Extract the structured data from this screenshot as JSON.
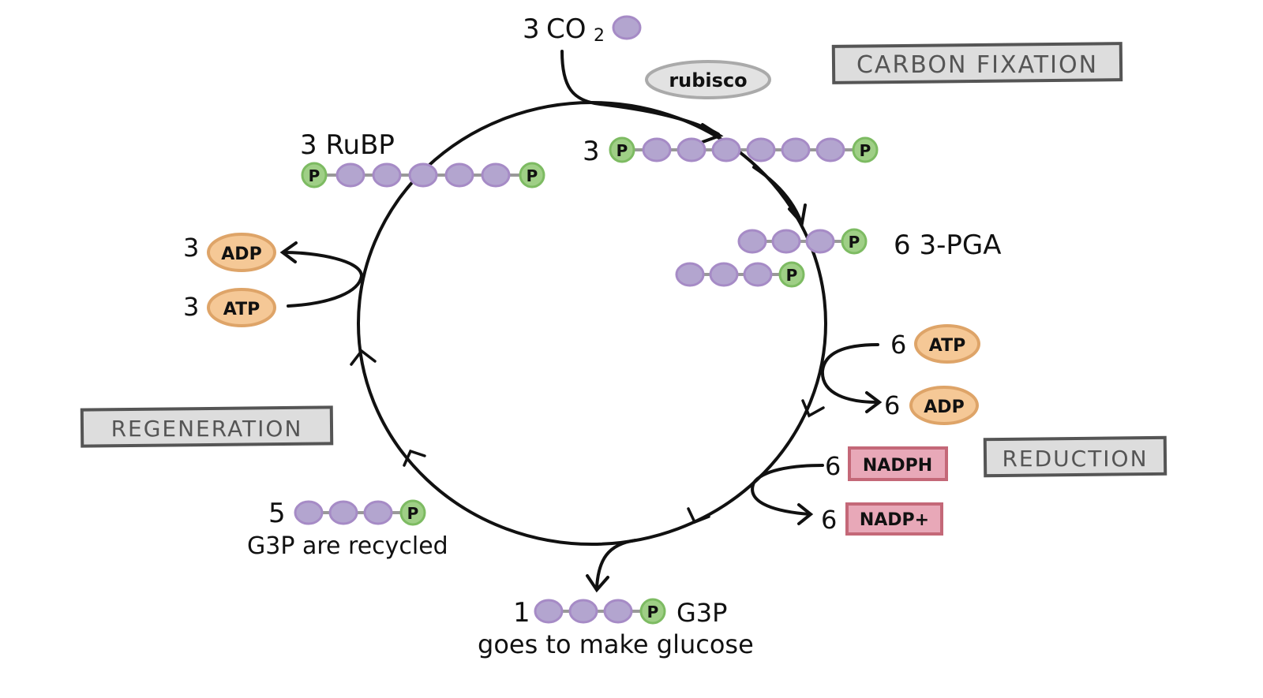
{
  "title": "Calvin Cycle",
  "colors": {
    "carbon_fill": "#b3a5cf",
    "carbon_stroke": "#a68bc6",
    "phosphate_fill": "#9fcf86",
    "phosphate_stroke": "#7dbb62",
    "atp_fill": "#f5c896",
    "atp_stroke": "#dea468",
    "nadph_fill": "#e8a8b8",
    "nadph_stroke": "#c46878",
    "stage_fill": "#dddddd",
    "stage_stroke": "#555555",
    "enzyme_fill": "#e2e2e2",
    "enzyme_stroke": "#aaaaaa",
    "bond": "#999999",
    "arrow": "#111111"
  },
  "stages": {
    "carbon_fixation": "CARBON FIXATION",
    "reduction": "REDUCTION",
    "regeneration": "REGENERATION"
  },
  "enzyme": "rubisco",
  "phosphate_symbol": "P",
  "molecules": {
    "co2": {
      "count": "3",
      "name": "CO",
      "subscript": "2",
      "carbons": 1
    },
    "rubp": {
      "label": "3 RuBP",
      "carbons": 5,
      "phosphates": 2
    },
    "six_carbon": {
      "count": "3",
      "carbons": 6,
      "phosphates": 2
    },
    "pga": {
      "label": "6 3-PGA",
      "carbons": 3,
      "phosphates": 1,
      "copies_drawn": 2
    },
    "g3p_recycled": {
      "count": "5",
      "label": "G3P are recycled",
      "carbons": 3,
      "phosphates": 1
    },
    "g3p_out": {
      "count": "1",
      "name": "G3P",
      "label": "goes to make glucose",
      "carbons": 3,
      "phosphates": 1
    }
  },
  "energy": {
    "reduction_atp": {
      "count": "6",
      "label": "ATP"
    },
    "reduction_adp": {
      "count": "6",
      "label": "ADP"
    },
    "reduction_nadph": {
      "count": "6",
      "label": "NADPH"
    },
    "reduction_nadp": {
      "count": "6",
      "label": "NADP+"
    },
    "regeneration_atp": {
      "count": "3",
      "label": "ATP"
    },
    "regeneration_adp": {
      "count": "3",
      "label": "ADP"
    }
  }
}
